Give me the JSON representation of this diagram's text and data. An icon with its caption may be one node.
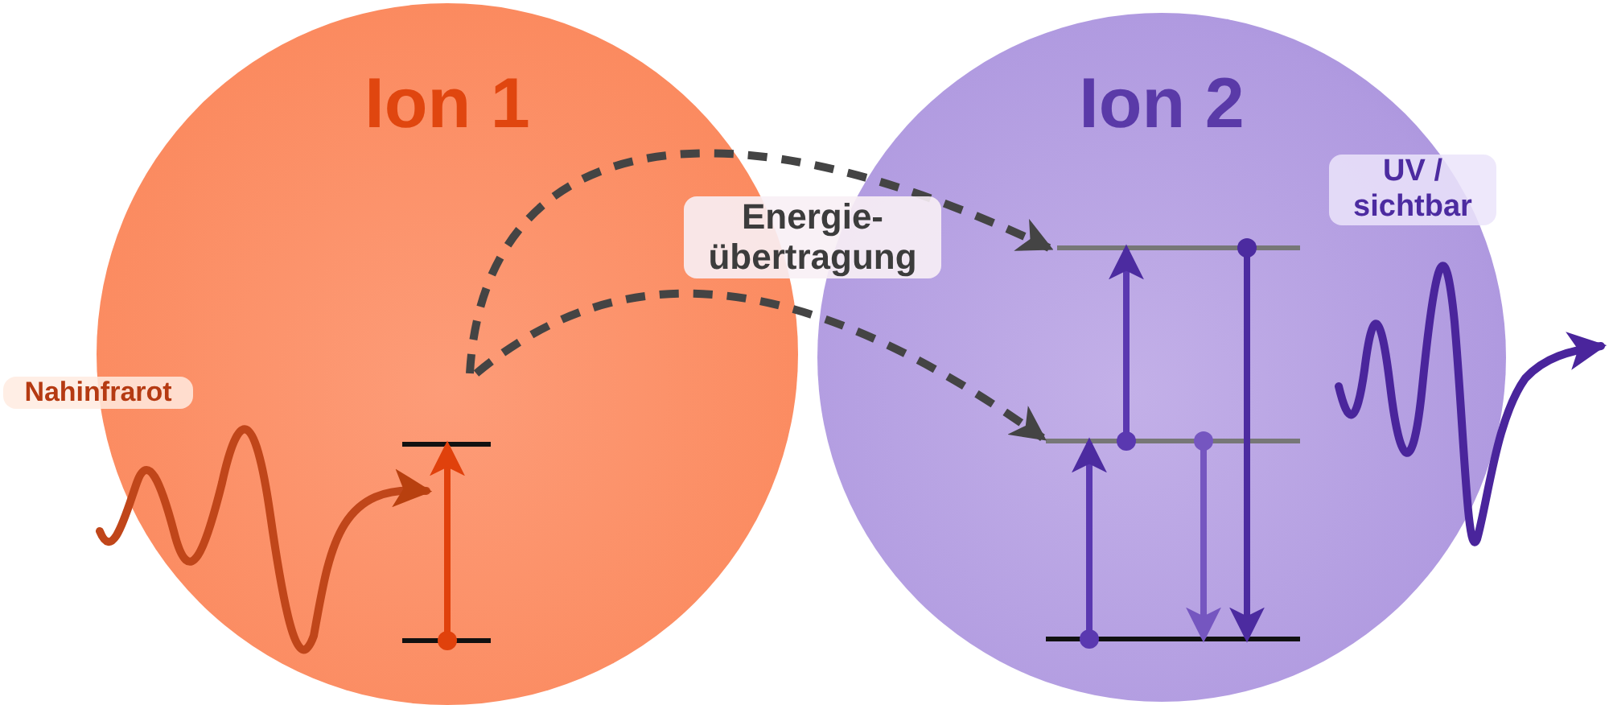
{
  "diagram": {
    "nodes": [
      {
        "text": [
          "Ion 1"
        ]
      },
      {
        "text": [
          "Ion 2"
        ]
      }
    ],
    "edges": [
      {
        "from": 0,
        "to": 1,
        "arrow": "to",
        "style": "dashed",
        "color": "#444444"
      },
      {
        "from": 0,
        "to": 1,
        "arrow": "to",
        "style": "dashed",
        "color": "#444444"
      }
    ],
    "labels": [
      "Energie- übertragung",
      "Nahinfrarot",
      "UV / sichtbar"
    ]
  }
}
